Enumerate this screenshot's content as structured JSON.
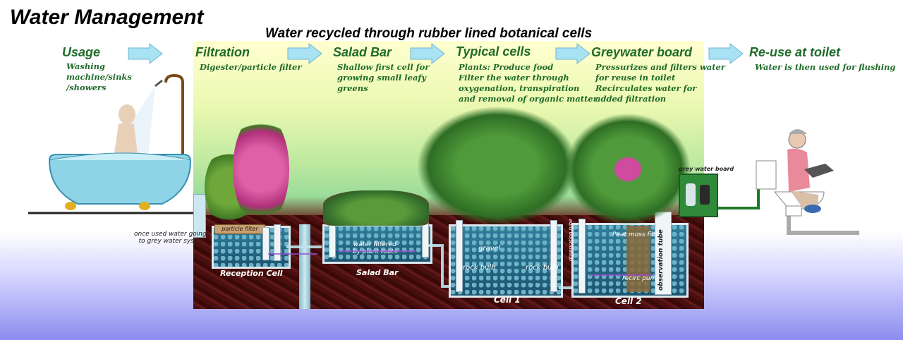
{
  "title": "Water Management",
  "subtitle": "Water recycled through rubber lined botanical cells",
  "stages": [
    {
      "title": "Usage",
      "desc": [
        "Washing",
        "machine/sinks",
        "/showers"
      ]
    },
    {
      "title": "Filtration",
      "desc": [
        "Digester/particle filter"
      ]
    },
    {
      "title": "Salad Bar",
      "desc": [
        "Shallow first cell for",
        "growing small leafy",
        "greens"
      ]
    },
    {
      "title": "Typical cells",
      "desc": [
        "Plants:  Produce food",
        "Filter the water through",
        "oxygenation, transpiration",
        "and removal of organic matter"
      ]
    },
    {
      "title": "Greywater board",
      "desc": [
        "Pressurizes and filters water",
        "for reuse in toilet",
        "Recirculates water for",
        "added filtration"
      ]
    },
    {
      "title": "Re-use at toilet",
      "desc": [
        "Water is then used for flushing"
      ]
    }
  ],
  "labels": {
    "used_water": [
      "once used water going",
      "to grey water system"
    ],
    "particle_filter": "particle filter",
    "reception_cell": "Reception Cell",
    "water_filtered": [
      "water filtered",
      "by plant roots"
    ],
    "salad_bar": "Salad Bar",
    "gravel": "gravel",
    "rock_bulb_1": "rock bulb",
    "rock_bulb_2": "rock bulb",
    "cell_1": "Cell 1",
    "observation_tube_small": "observation tube",
    "peat_moss_filter": "Peat moss filter",
    "recirc_pump": "recirc pump",
    "observation_tube": "observation tube",
    "cell_2": "Cell 2",
    "grey_water_board": "grey water board"
  },
  "colors": {
    "stage_text": "#1f6b2a",
    "arrow": "#9fdcf0",
    "cell_water": "#2a7796",
    "soil": "#4a0f0f"
  }
}
